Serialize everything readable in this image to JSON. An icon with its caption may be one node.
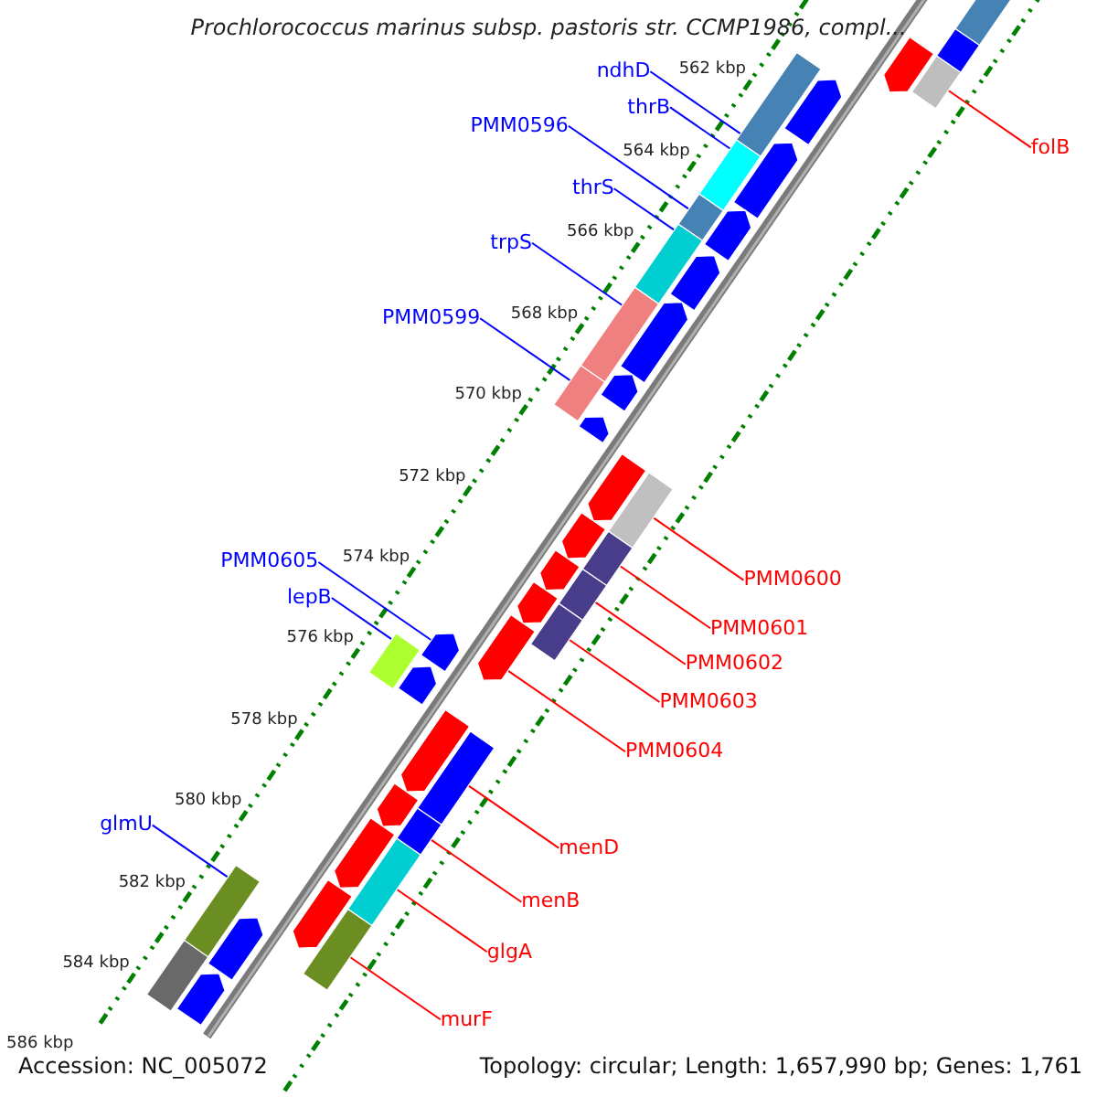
{
  "diagram": {
    "title": "Prochlorococcus marinus subsp. pastoris str. CCMP1986, compl...",
    "nodes": [
      {
        "text": [
          "ndhD"
        ]
      },
      {
        "text": [
          "folB"
        ]
      },
      {
        "text": [
          "thrB"
        ]
      },
      {
        "text": [
          "PMM0596"
        ]
      },
      {
        "text": [
          "thrS"
        ]
      },
      {
        "text": [
          "trpS"
        ]
      },
      {
        "text": [
          "PMM0599"
        ]
      },
      {
        "text": [
          "PMM0605"
        ]
      },
      {
        "text": [
          "PMM0600"
        ]
      },
      {
        "text": [
          "lepB"
        ]
      },
      {
        "text": [
          "PMM0601"
        ]
      },
      {
        "text": [
          "PMM0602"
        ]
      },
      {
        "text": [
          "PMM0603"
        ]
      },
      {
        "text": [
          "PMM0604"
        ]
      },
      {
        "text": [
          "glmU"
        ]
      },
      {
        "text": [
          "menD"
        ]
      },
      {
        "text": [
          "menB"
        ]
      },
      {
        "text": [
          "glgA"
        ]
      },
      {
        "text": [
          "murF"
        ]
      },
      {
        "text": [],
        "shape": "bar"
      },
      {
        "text": [],
        "shape": "bar"
      },
      {
        "text": [],
        "shape": "bar"
      },
      {
        "text": [],
        "shape": "bar"
      },
      {
        "text": [],
        "shape": "bar"
      },
      {
        "text": [],
        "shape": "bar"
      },
      {
        "text": [],
        "shape": "bar"
      },
      {
        "text": [],
        "shape": "arrow"
      },
      {
        "text": [],
        "shape": "bar"
      },
      {
        "text": [],
        "shape": "bar"
      },
      {
        "text": [],
        "shape": "bar"
      },
      {
        "text": [],
        "shape": "bar"
      },
      {
        "text": [],
        "shape": "bar"
      },
      {
        "text": [],
        "shape": "arrow"
      },
      {
        "text": [],
        "shape": "bar"
      },
      {
        "text": [],
        "shape": "bar"
      },
      {
        "text": [],
        "shape": "bar"
      },
      {
        "text": [],
        "shape": "bar"
      },
      {
        "text": [],
        "shape": "bar"
      },
      {
        "text": [],
        "shape": "arrow"
      },
      {
        "text": [],
        "shape": "arrow"
      },
      {
        "text": [],
        "shape": "arrow"
      },
      {
        "text": [],
        "shape": "arrow"
      },
      {
        "text": [],
        "shape": "arrow"
      },
      {
        "text": [],
        "shape": "arrow"
      },
      {
        "text": [],
        "shape": "arrow"
      },
      {
        "text": [],
        "shape": "arrow"
      },
      {
        "text": [],
        "shape": "arrow"
      },
      {
        "text": [],
        "shape": "arrow"
      },
      {
        "text": [],
        "shape": "bar"
      },
      {
        "text": [],
        "shape": "arrow"
      },
      {
        "text": [],
        "shape": "arrow"
      },
      {
        "text": [],
        "shape": "arrow"
      },
      {
        "text": [],
        "shape": "arrow"
      },
      {
        "text": [],
        "shape": "arrow"
      },
      {
        "text": [],
        "shape": "arrow"
      },
      {
        "text": [],
        "shape": "arrow"
      },
      {
        "text": [],
        "shape": "arrow"
      },
      {
        "text": [],
        "shape": "arrow"
      },
      {
        "text": [],
        "shape": "bar"
      },
      {
        "text": [],
        "shape": "bar"
      }
    ],
    "edges": [
      {
        "from": 0,
        "to": 19,
        "arrow": "none",
        "color": "#0000ff"
      },
      {
        "from": 1,
        "to": 20,
        "arrow": "none"
      },
      {
        "from": 2,
        "to": 21,
        "arrow": "none",
        "color": "#0000ff"
      },
      {
        "from": 3,
        "to": 22,
        "arrow": "none",
        "color": "#0000ff"
      },
      {
        "from": 4,
        "to": 23,
        "arrow": "none",
        "color": "#0000ff"
      },
      {
        "from": 5,
        "to": 24,
        "arrow": "none",
        "color": "#0000ff"
      },
      {
        "from": 6,
        "to": 25,
        "arrow": "none",
        "color": "#0000ff"
      },
      {
        "from": 7,
        "to": 26,
        "arrow": "none",
        "color": "#0000ff"
      },
      {
        "from": 8,
        "to": 27,
        "arrow": "none"
      },
      {
        "from": 9,
        "to": 28,
        "arrow": "none",
        "color": "#0000ff"
      },
      {
        "from": 10,
        "to": 29,
        "arrow": "none"
      },
      {
        "from": 11,
        "to": 30,
        "arrow": "none"
      },
      {
        "from": 12,
        "to": 31,
        "arrow": "none"
      },
      {
        "from": 13,
        "to": 32,
        "arrow": "none"
      },
      {
        "from": 14,
        "to": 33,
        "arrow": "none",
        "color": "#0000ff"
      },
      {
        "from": 15,
        "to": 34,
        "arrow": "none"
      },
      {
        "from": 16,
        "to": 35,
        "arrow": "none"
      },
      {
        "from": 17,
        "to": 36,
        "arrow": "none"
      },
      {
        "from": 18,
        "to": 37,
        "arrow": "none"
      }
    ],
    "labels": [
      "562 kbp",
      "564 kbp",
      "566 kbp",
      "568 kbp",
      "570 kbp",
      "572 kbp",
      "574 kbp",
      "576 kbp",
      "578 kbp",
      "580 kbp",
      "582 kbp",
      "584 kbp",
      "586 kbp",
      "Accession: NC_005072",
      "Topology: circular; Length: 1,657,990 bp; Genes: 1,761"
    ]
  }
}
